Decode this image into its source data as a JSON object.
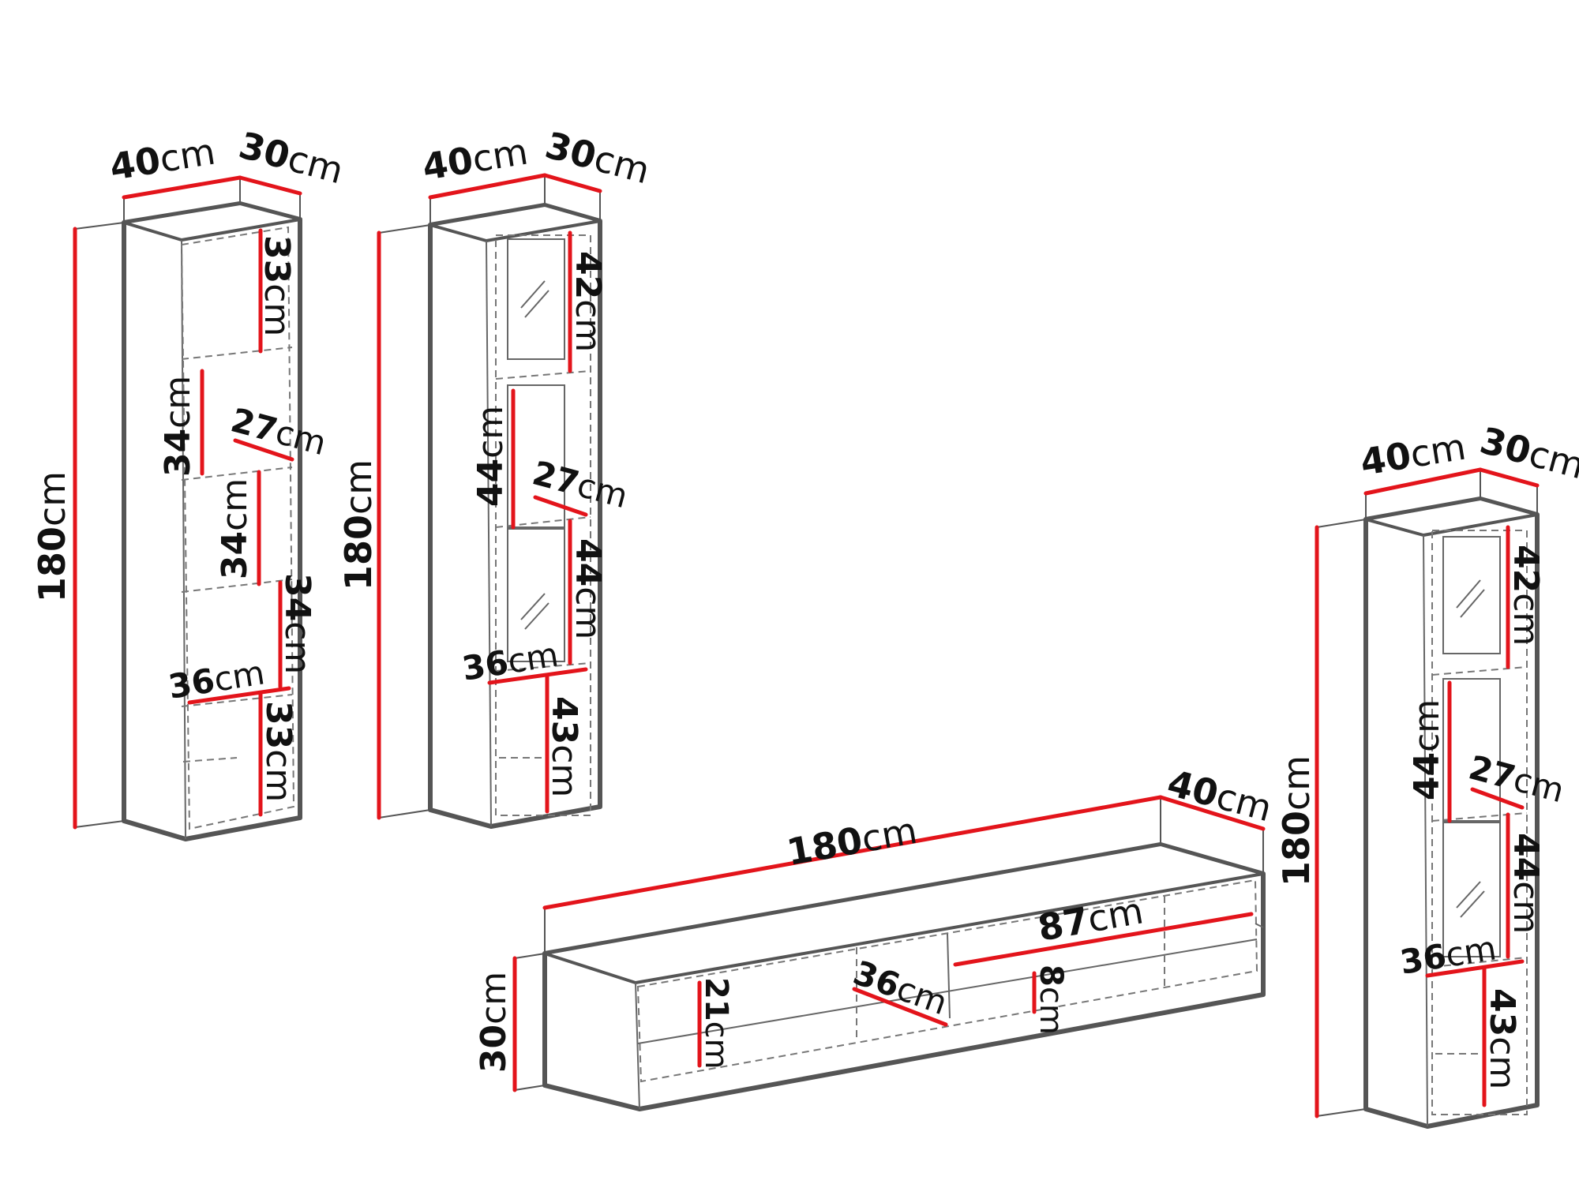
{
  "colors": {
    "outline": "#555555",
    "dimension_line": "#e3141b",
    "text": "#111111",
    "background": "#ffffff"
  },
  "unit": "cm",
  "units": {
    "left_cabinet": {
      "width": "40",
      "depth": "30",
      "height": "180",
      "compartments": [
        "33",
        "34",
        "34",
        "34",
        "33"
      ],
      "shelf_depth": "27",
      "inner_width": "36"
    },
    "middle_cabinet": {
      "width": "40",
      "depth": "30",
      "height": "180",
      "compartments": [
        "42",
        "44",
        "44",
        "43"
      ],
      "shelf_depth": "27",
      "inner_width": "36"
    },
    "tv_stand": {
      "length": "180",
      "depth": "40",
      "height": "30",
      "drawer_width": "87",
      "drawer_height": "8",
      "compartment_height": "21",
      "compartment_depth": "36"
    },
    "right_cabinet": {
      "width": "40",
      "depth": "30",
      "height": "180",
      "compartments": [
        "42",
        "44",
        "44",
        "43"
      ],
      "shelf_depth": "27",
      "inner_width": "36"
    }
  }
}
